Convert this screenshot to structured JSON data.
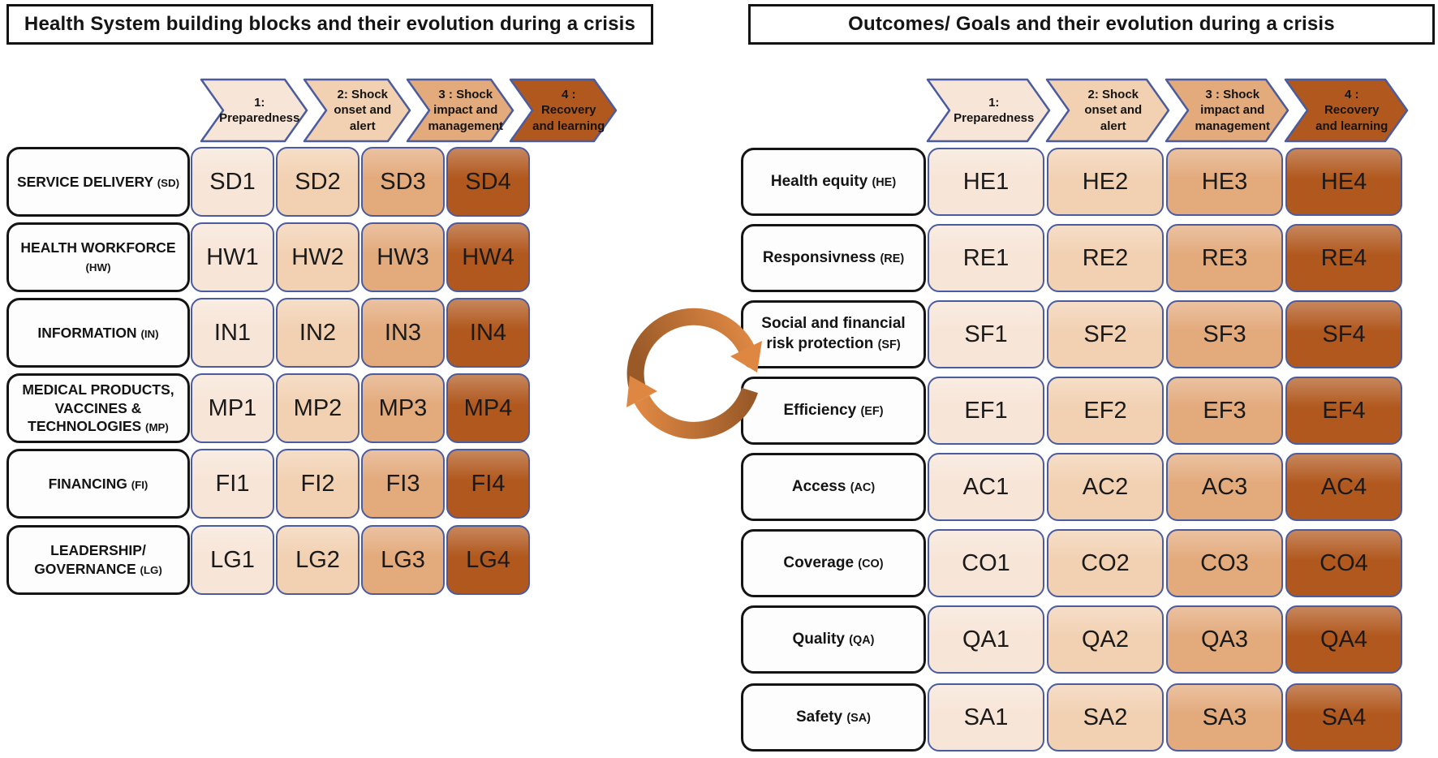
{
  "left_panel": {
    "title": "Health System building blocks and their evolution during a crisis",
    "phases": [
      {
        "label_lines": [
          "1:",
          "Preparedness"
        ]
      },
      {
        "label_lines": [
          "2: Shock",
          "onset and",
          "alert"
        ]
      },
      {
        "label_lines": [
          "3 : Shock",
          "impact and",
          "management"
        ]
      },
      {
        "label_lines": [
          "4 :",
          "Recovery",
          "and learning"
        ]
      }
    ],
    "rows": [
      {
        "label_lines": [
          "SERVICE DELIVERY (SD)"
        ],
        "cells": [
          "SD1",
          "SD2",
          "SD3",
          "SD4"
        ]
      },
      {
        "label_lines": [
          "HEALTH WORKFORCE",
          "(HW)"
        ],
        "cells": [
          "HW1",
          "HW2",
          "HW3",
          "HW4"
        ]
      },
      {
        "label_lines": [
          "INFORMATION (IN)"
        ],
        "cells": [
          "IN1",
          "IN2",
          "IN3",
          "IN4"
        ]
      },
      {
        "label_lines": [
          "MEDICAL PRODUCTS,",
          "VACCINES &",
          "TECHNOLOGIES (MP)"
        ],
        "cells": [
          "MP1",
          "MP2",
          "MP3",
          "MP4"
        ]
      },
      {
        "label_lines": [
          "FINANCING (FI)"
        ],
        "cells": [
          "FI1",
          "FI2",
          "FI3",
          "FI4"
        ]
      },
      {
        "label_lines": [
          "LEADERSHIP/",
          "GOVERNANCE (LG)"
        ],
        "cells": [
          "LG1",
          "LG2",
          "LG3",
          "LG4"
        ]
      }
    ]
  },
  "right_panel": {
    "title": "Outcomes/ Goals and their evolution during a crisis",
    "phases": [
      {
        "label_lines": [
          "1:",
          "Preparedness"
        ]
      },
      {
        "label_lines": [
          "2: Shock",
          "onset and",
          "alert"
        ]
      },
      {
        "label_lines": [
          "3 : Shock",
          "impact and",
          "management"
        ]
      },
      {
        "label_lines": [
          "4 :",
          "Recovery",
          "and learning"
        ]
      }
    ],
    "rows": [
      {
        "label_lines": [
          "Health equity (HE)"
        ],
        "cells": [
          "HE1",
          "HE2",
          "HE3",
          "HE4"
        ]
      },
      {
        "label_lines": [
          "Responsivness (RE)"
        ],
        "cells": [
          "RE1",
          "RE2",
          "RE3",
          "RE4"
        ]
      },
      {
        "label_lines": [
          "Social and financial",
          "risk protection (SF)"
        ],
        "cells": [
          "SF1",
          "SF2",
          "SF3",
          "SF4"
        ]
      },
      {
        "label_lines": [
          "Efficiency (EF)"
        ],
        "cells": [
          "EF1",
          "EF2",
          "EF3",
          "EF4"
        ]
      },
      {
        "label_lines": [
          "Access (AC)"
        ],
        "cells": [
          "AC1",
          "AC2",
          "AC3",
          "AC4"
        ]
      },
      {
        "label_lines": [
          "Coverage (CO)"
        ],
        "cells": [
          "CO1",
          "CO2",
          "CO3",
          "CO4"
        ]
      },
      {
        "label_lines": [
          "Quality (QA)"
        ],
        "cells": [
          "QA1",
          "QA2",
          "QA3",
          "QA4"
        ]
      },
      {
        "label_lines": [
          "Safety (SA)"
        ],
        "cells": [
          "SA1",
          "SA2",
          "SA3",
          "SA4"
        ]
      }
    ]
  },
  "colors": {
    "phase_fills": [
      "#f7e5d7",
      "#f2d1b2",
      "#e3aa7c",
      "#b1581e"
    ],
    "cell_border": "#4b5c9e",
    "box_border": "#141414",
    "arrow_dark": "#9a5a28",
    "arrow_light": "#dd8743"
  }
}
